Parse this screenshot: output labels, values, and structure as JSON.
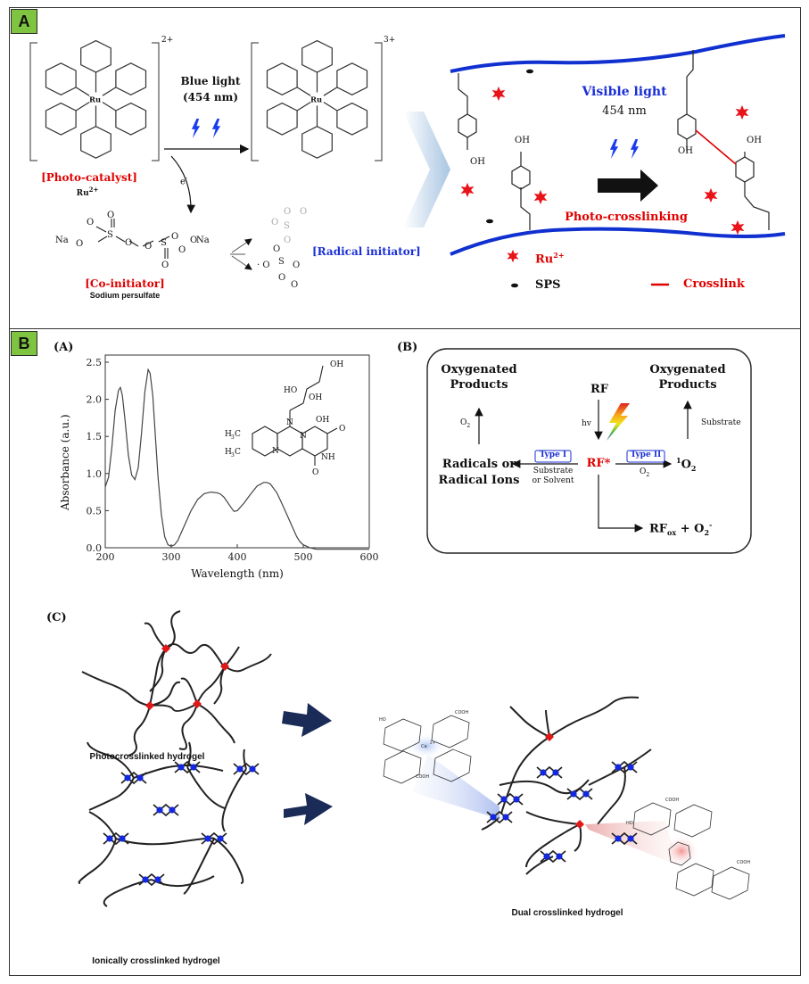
{
  "panelA": {
    "badge": "A",
    "charge_left": "2+",
    "charge_right": "3+",
    "blue_light_line1": "Blue light",
    "blue_light_line2": "(454 nm)",
    "photocatalyst": "[Photo-catalyst]",
    "ru_label": "Ru",
    "ru_sup": "2+",
    "electron": "e",
    "electron_sup": "-",
    "na_left": "Na",
    "na_right": "Na",
    "co_initiator": "[Co-initiator]",
    "sodium_persulfate": "Sodium persulfate",
    "radical_initiator": "[Radical initiator]",
    "visible_light": "Visible light",
    "nm_454": "454 nm",
    "photo_crosslinking": "Photo-crosslinking",
    "oh": "OH",
    "legend_ru": "Ru",
    "legend_ru_sup": "2+",
    "legend_sps": "SPS",
    "legend_crosslink": "Crosslink",
    "colors": {
      "red": "#e00000",
      "blue": "#1a2fd6",
      "chain": "#1030d0"
    }
  },
  "panelB": {
    "badge": "B",
    "subA": "(A)",
    "subB": "(B)",
    "subC": "(C)",
    "chart_data": {
      "type": "line",
      "xlabel": "Wavelength (nm)",
      "ylabel": "Absorbance (a.u.)",
      "xlim": [
        200,
        600
      ],
      "ylim": [
        0.0,
        2.5
      ],
      "xticks": [
        "200",
        "300",
        "400",
        "500",
        "600"
      ],
      "yticks": [
        "0.0",
        "0.5",
        "1.0",
        "1.5",
        "2.0",
        "2.5"
      ],
      "series": [
        {
          "x": [
            200,
            205,
            210,
            215,
            220,
            223,
            226,
            230,
            235,
            240,
            245,
            250,
            255,
            260,
            265,
            268,
            272,
            276,
            280,
            285,
            290,
            295,
            300,
            305,
            310,
            320,
            330,
            340,
            350,
            360,
            370,
            375,
            380,
            390,
            395,
            400,
            410,
            420,
            430,
            440,
            445,
            450,
            460,
            470,
            480,
            490,
            495,
            500,
            505,
            510,
            520,
            540,
            560,
            580,
            600
          ],
          "y": [
            0.82,
            0.95,
            1.35,
            1.85,
            2.12,
            2.16,
            2.05,
            1.72,
            1.25,
            0.98,
            0.92,
            1.08,
            1.55,
            2.1,
            2.4,
            2.35,
            2.05,
            1.5,
            0.95,
            0.45,
            0.15,
            0.04,
            0.02,
            0.04,
            0.1,
            0.3,
            0.5,
            0.65,
            0.73,
            0.75,
            0.74,
            0.72,
            0.68,
            0.55,
            0.49,
            0.5,
            0.6,
            0.72,
            0.83,
            0.88,
            0.88,
            0.86,
            0.74,
            0.55,
            0.35,
            0.15,
            0.08,
            0.04,
            0.02,
            0.0,
            -0.02,
            -0.02,
            -0.02,
            -0.02,
            -0.02
          ]
        }
      ]
    },
    "molecule": {
      "h3c_top": "H3C",
      "h3c_bottom": "H3C",
      "o_top": "O",
      "o_bottom": "O",
      "nh": "NH",
      "n": "N",
      "oh": "OH"
    },
    "scheme": {
      "oxy_left_1": "Oxygenated",
      "oxy_left_2": "Products",
      "oxy_right_1": "Oxygenated",
      "oxy_right_2": "Products",
      "rf": "RF",
      "hv": "hv",
      "o2_left": "O",
      "o2_left_sub": "2",
      "substrate": "Substrate",
      "type1": "Type I",
      "type2": "Type II",
      "radicals_1": "Radicals or",
      "radicals_2": "Radical Ions",
      "rf_star": "RF*",
      "substrate_solvent_1": "Substrate",
      "substrate_solvent_2": "or Solvent",
      "o2_mid": "O",
      "o2_mid_sub": "2",
      "singlet_sup": "1",
      "singlet": "O",
      "singlet_sub": "2",
      "rfox": "RF",
      "rfox_sub": "ox",
      "plus_o2": "+ O",
      "plus_o2_sub": "2",
      "plus_o2_sup": "-"
    },
    "photocrosslinked": "Photocrosslinked hydrogel",
    "ionically": "Ionically crosslinked hydrogel",
    "dual": "Dual crosslinked hydrogel",
    "ca": "Ca",
    "ca_sup": "2+",
    "cooh": "COOH",
    "ho": "HO"
  }
}
